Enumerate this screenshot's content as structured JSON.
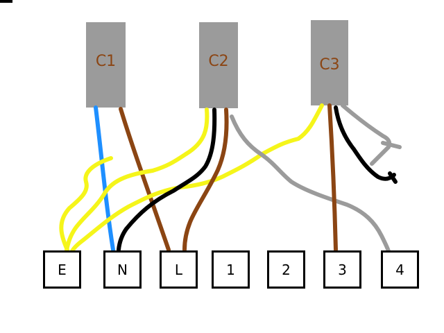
{
  "cables": [
    {
      "id": "c1",
      "label": "C1"
    },
    {
      "id": "c2",
      "label": "C2"
    },
    {
      "id": "c3",
      "label": "C3"
    }
  ],
  "terminals": [
    "E",
    "N",
    "L",
    "1",
    "2",
    "3",
    "4"
  ],
  "colors": {
    "cable_sheath": "#9b9b9b",
    "label_text": "#8b4513",
    "blue": "#1e8fff",
    "brown": "#8b4513",
    "yellow": "#f5f51a",
    "black": "#000000",
    "grey": "#9b9b9b"
  }
}
